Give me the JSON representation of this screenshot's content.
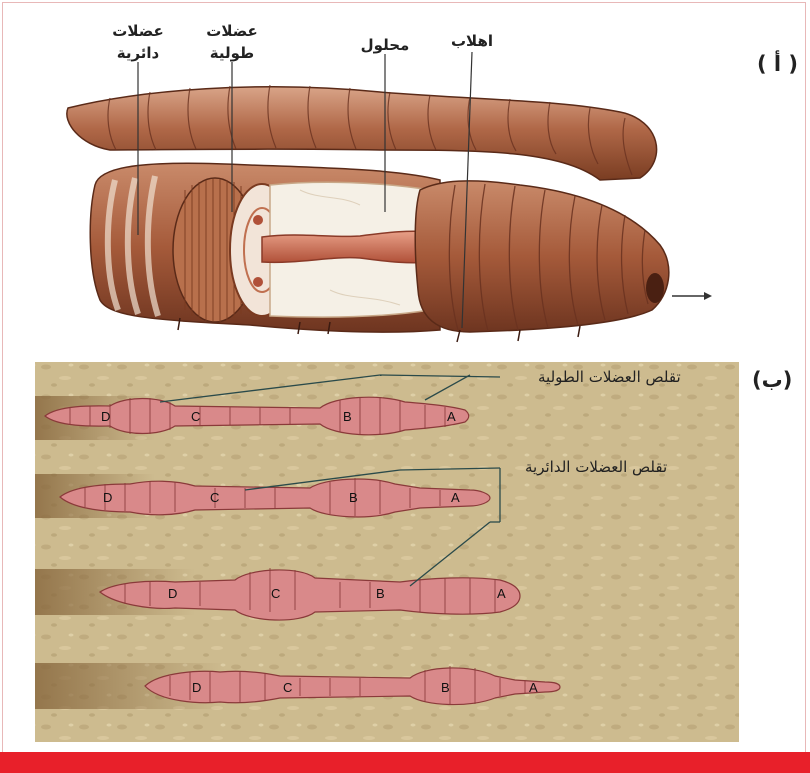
{
  "panel_a": {
    "marker": "( أ )",
    "labels": {
      "circular_muscles_line1": "عضلات",
      "circular_muscles_line2": "دائرية",
      "longitudinal_muscles_line1": "عضلات",
      "longitudinal_muscles_line2": "طولية",
      "fluid": "محلول",
      "setae": "اهلاب"
    }
  },
  "panel_b": {
    "marker": "(ب)",
    "legend_longitudinal": "تقلص العضلات الطولية",
    "legend_circular": "تقلص العضلات الدائرية",
    "segment_letters": [
      "D",
      "C",
      "B",
      "A"
    ]
  },
  "colors": {
    "worm_body": "#a85a3c",
    "worm_pink": "#d98a8a",
    "soil": "#c9b58a",
    "accent_red": "#e8202a"
  }
}
